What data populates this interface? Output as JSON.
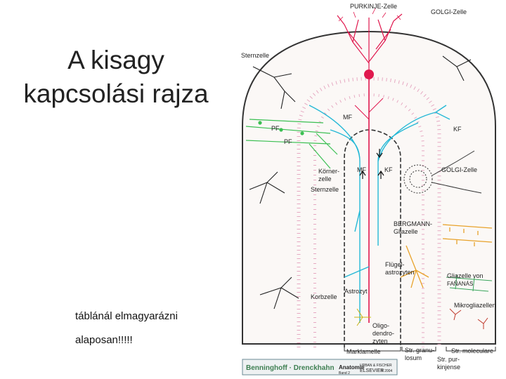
{
  "slide": {
    "title_line1": "A kisagy",
    "title_line2": "kapcsolási rajza",
    "note_line1": "táblánál elmagyarázni",
    "note_line2": "alaposan!!!!!"
  },
  "diagram": {
    "labels": {
      "purkinje": "PURKINJE-Zelle",
      "golgi_top": "GOLGI-Zelle",
      "sternzelle_top": "Sternzelle",
      "mf_top": "MF",
      "kf_top": "KF",
      "pf1": "PF",
      "pf2": "PF",
      "koerner1": "Körner-",
      "koerner2": "zelle",
      "sternzelle_mid": "Sternzelle",
      "mf_mid": "MF",
      "kf_mid": "KF",
      "golgi_right": "GOLGI-Zelle",
      "bergmann1": "BERGMANN-",
      "bergmann2": "Gliazelle",
      "fluegel1": "Flügel-",
      "fluegel2": "astrozyten",
      "fananas1": "Gliazelle von",
      "fananas2": "FAÑANÁS",
      "astrozyt": "Astrozyt",
      "korbzelle": "Korbzelle",
      "mikroglia": "Mikrogliazellen",
      "oligo1": "Oligo-",
      "oligo2": "dendro-",
      "oligo3": "zyten",
      "marklamelle": "Marklamelle",
      "granu1": "Str. granu-",
      "granu2": "losum",
      "moleculare": "Str. moleculare",
      "purk1": "Str. pur-",
      "purk2": "kinjense",
      "book_title": "Benninghoff · Drenckhahn",
      "book_subtitle": "Anatomie",
      "book_volume": "Band 2",
      "publisher1": "URBAN & FISCHER",
      "publisher2": "ELSEVIER",
      "publisher_year": "© 2004"
    }
  }
}
